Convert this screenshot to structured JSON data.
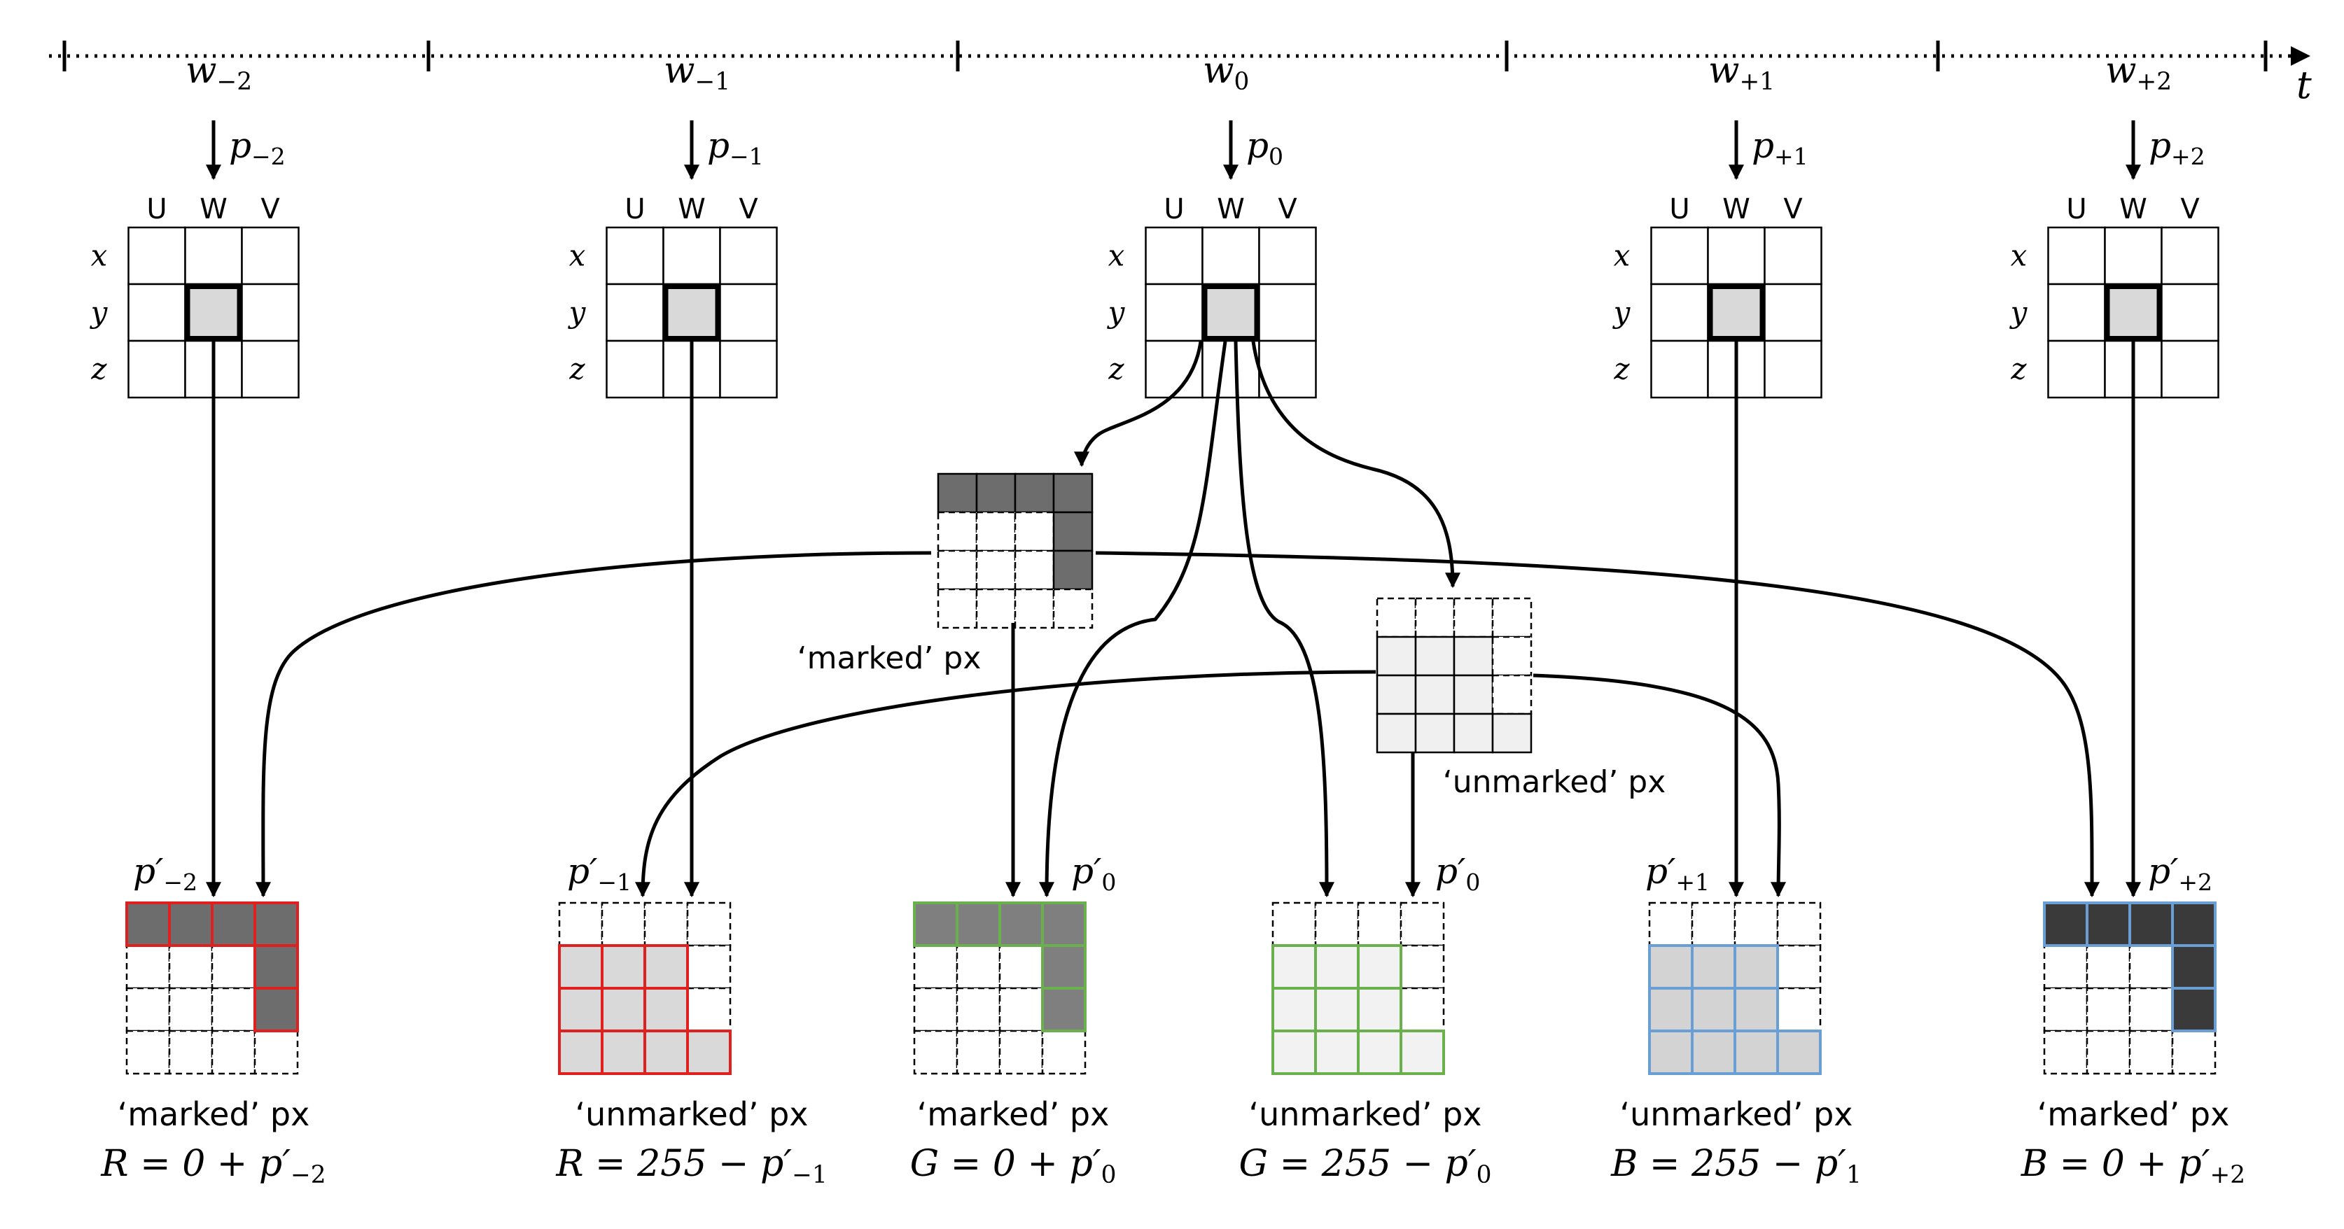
{
  "axis": {
    "time_label": "t",
    "windows": [
      {
        "w": "w",
        "w_sub": "−2",
        "p": "p",
        "p_sub": "−2"
      },
      {
        "w": "w",
        "w_sub": "−1",
        "p": "p",
        "p_sub": "−1"
      },
      {
        "w": "w",
        "w_sub": "0",
        "p": "p",
        "p_sub": "0"
      },
      {
        "w": "w",
        "w_sub": "+1",
        "p": "p",
        "p_sub": "+1"
      },
      {
        "w": "w",
        "w_sub": "+2",
        "p": "p",
        "p_sub": "+2"
      }
    ]
  },
  "source_grid": {
    "col_labels": [
      "U",
      "W",
      "V"
    ],
    "row_labels": [
      "x",
      "y",
      "z"
    ]
  },
  "pattern_marked": {
    "label": "‘marked’ px"
  },
  "pattern_unmarked": {
    "label": "‘unmarked’ px"
  },
  "outputs": [
    {
      "p_label": "p′",
      "p_sub": "−2",
      "px_label": "‘marked’ px",
      "formula": "R = 0 + p′",
      "formula_sub": "−2",
      "border": "#e0201e",
      "fill": "#6d6d6d",
      "pattern": "marked"
    },
    {
      "p_label": "p′",
      "p_sub": "−1",
      "px_label": "‘unmarked’ px",
      "formula": "R = 255 − p′",
      "formula_sub": "−1",
      "border": "#e0201e",
      "fill": "#d9d9d9",
      "pattern": "unmarked"
    },
    {
      "p_label": "p′",
      "p_sub": "0",
      "px_label": "‘marked’ px",
      "formula": "G = 0 + p′",
      "formula_sub": "0",
      "border": "#6ab04c",
      "fill": "#7f7f7f",
      "pattern": "marked"
    },
    {
      "p_label": "p′",
      "p_sub": "0",
      "px_label": "‘unmarked’ px",
      "formula": "G = 255 − p′",
      "formula_sub": "0",
      "border": "#6ab04c",
      "fill": "#f2f2f2",
      "pattern": "unmarked"
    },
    {
      "p_label": "p′",
      "p_sub": "+1",
      "px_label": "‘unmarked’ px",
      "formula": "B = 255 − p′",
      "formula_sub": "1",
      "border": "#6a9fd6",
      "fill": "#d3d3d3",
      "pattern": "unmarked"
    },
    {
      "p_label": "p′",
      "p_sub": "+2",
      "px_label": "‘marked’ px",
      "formula": "B = 0 + p′",
      "formula_sub": "+2",
      "border": "#6a9fd6",
      "fill": "#3a3a3a",
      "pattern": "marked"
    }
  ],
  "colors": {
    "marked_dark": "#6d6d6d",
    "center_cell": "#d9d9d9",
    "unmarked_light": "#f0f0f0",
    "red_border": "#e0201e",
    "green_border": "#6ab04c",
    "blue_border": "#6a9fd6"
  }
}
